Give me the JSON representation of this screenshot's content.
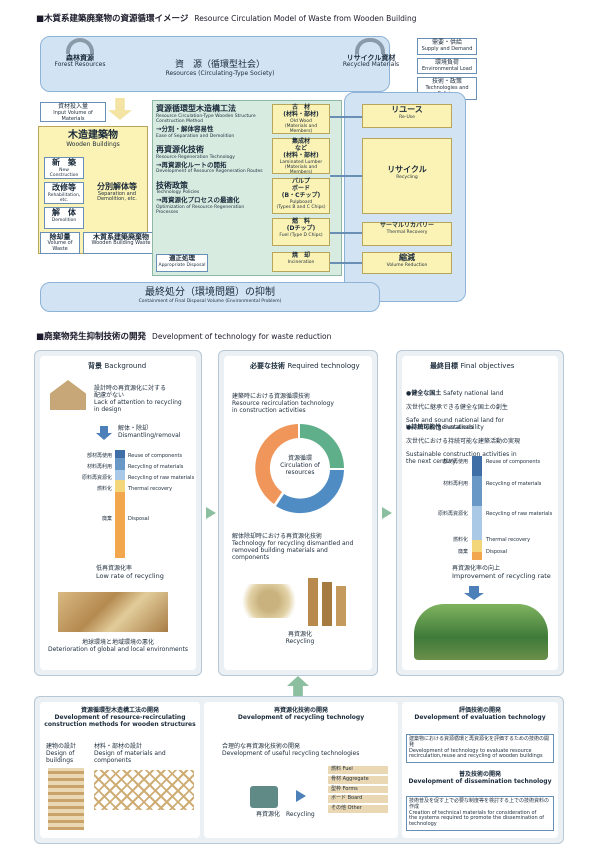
{
  "top": {
    "title_jp": "■木質系建築廃棄物の資源循環イメージ",
    "title_en": "Resource Circulation Model of Waste from Wooden Building",
    "forest_jp": "森林資源",
    "forest_en": "Forest Resources",
    "resource_jp": "資　源（循環型社会）",
    "resource_en": "Resources (Circulating-Type Society)",
    "recycled_jp": "リサイクル資材",
    "recycled_en": "Recycled Materials",
    "supply_jp": "需要・供給",
    "supply_en": "Supply and Demand",
    "env_jp": "環境負荷",
    "env_en": "Environmental Load",
    "tech_jp": "技術・政策",
    "tech_en": "Technologies and Policies",
    "input_jp": "資材投入量",
    "input_en": "Input Volume of Materials",
    "wooden_jp": "木造建築物",
    "wooden_en": "Wooden Buildings",
    "new_jp": "新　築",
    "new_en": "New Construction",
    "reno_jp": "改修等",
    "reno_en": "Rehabilitation, etc.",
    "demo_jp": "解　体",
    "demo_en": "Demolition",
    "sep_jp": "分別解体等",
    "sep_en": "Separation and Demolition, etc.",
    "waste_vol_jp": "除却量",
    "waste_vol_en": "Volume of Waste",
    "wbw_jp": "木質系建築廃棄物",
    "wbw_en": "Wooden Building Waste",
    "method_jp": "資源循環型木造構工法",
    "method_en": "Resource Circulation-Type Wooden Structure Construction Method",
    "m1_jp": "→分別・解体容易性",
    "m1_en": "Ease of Separation and Demolition",
    "regen_jp": "再資源化技術",
    "regen_en": "Resource Regeneration Technology",
    "r1_jp": "→再資源化ルートの開拓",
    "r1_en": "Development of Resource Regeneration Routes",
    "policy_jp": "技術政策",
    "policy_en": "Technology Policies",
    "p1_jp": "→再資源化プロセスの最適化",
    "p1_en": "Optimization of Resource Regeneration Processes",
    "disposal_jp": "適正処理",
    "disposal_en": "Appropriate Disposal",
    "oldwood_jp": "古　材\n(材料・部材)",
    "oldwood_en": "Old Wood\n(Materials and Members)",
    "laminated_jp": "集成材\nなど\n(材料・部材)",
    "laminated_en": "Laminated Lumber\n(Materials and Members)",
    "pulp_jp": "パルプ\nボード\n(B・Cチップ)",
    "pulp_en": "Pulpboard\n(Types B and C Chips)",
    "fuel_jp": "燃　料\n(Dチップ)",
    "fuel_en": "Fuel (Type D Chips)",
    "incin_jp": "焼　却",
    "incin_en": "Incineration",
    "reuse_jp": "リユース",
    "reuse_en": "Re-Use",
    "recycle_jp": "リサイクル",
    "recycle_en": "Recycling",
    "thermal_jp": "サーマルリカバリー",
    "thermal_en": "Thermal Recovery",
    "reduce_jp": "縮減",
    "reduce_en": "Volume Reduction",
    "final_jp": "最終処分（環境問題）の抑制",
    "final_en": "Containment of Final Disposal Volume (Environmental Problem)"
  },
  "bottom": {
    "title_jp": "■廃棄物発生抑制技術の開発",
    "title_en": "Development of technology for waste reduction",
    "bg_jp": "背景",
    "bg_en": "Background",
    "bg_item1_jp": "設計時の再資源化に対する\n配慮がない",
    "bg_item1_en": "Lack of attention to recycling\nin design",
    "bg_item2_jp": "解体・除却",
    "bg_item2_en": "Dismantling/removal",
    "bar_labels_left": [
      "部材再使用",
      "材料再利用",
      "原料再資源化",
      "燃料化",
      "廃棄"
    ],
    "bar_labels_right": [
      "Reuse of components",
      "Recycling of materials",
      "Recycling of raw materials",
      "Thermal recovery",
      "Disposal"
    ],
    "low_jp": "低再資源化率",
    "low_en": "Low rate of recycling",
    "deter_jp": "地球環境と地域環境の悪化",
    "deter_en": "Deterioration of global and local environments",
    "req_jp": "必要な技術",
    "req_en": "Required technology",
    "req1_jp": "建築時における資源循環技術",
    "req1_en": "Resource recirculation technology\nin construction activities",
    "circ_jp": "資源循環",
    "circ_en": "Circulation of\nresources",
    "req2_jp": "解体除却時における再資源化技術",
    "req2_en": "Technology for recycling dismantled and\nremoved building materials and\ncomponents",
    "recyc_jp": "再資源化",
    "recyc_en": "Recycling",
    "obj_jp": "最終目標",
    "obj_en": "Final objectives",
    "obj1_jp": "●健全な国土",
    "obj1_en": "Safety national land",
    "obj1_desc_jp": "次世代に継承できる健全な国土の創生",
    "obj1_desc_en": "Safe and sound national land for\nthe future generations",
    "obj2_jp": "●持続可能性",
    "obj2_en": "Sustainability",
    "obj2_desc_jp": "次世代における持続可能な建築活動の実現",
    "obj2_desc_en": "Sustainable construction activities in\nthe next century",
    "obj_bar_left": [
      "部材再使用",
      "材料再利用",
      "原料再資源化",
      "燃料化",
      "廃棄"
    ],
    "obj_bar_right": [
      "Reuse of components",
      "Recycling of materials",
      "Recycling of raw materials",
      "Thermal recovery",
      "Disposal"
    ],
    "improve_jp": "再資源化率の向上",
    "improve_en": "Improvement of recycling rate",
    "dev1_jp": "資源循環型木造構工法の開発",
    "dev1_en": "Development of resource-recirculating\nconstruction methods for wooden structures",
    "dev1_a_jp": "建物の設計",
    "dev1_a_en": "Design of buildings",
    "dev1_b_jp": "材料・部材の設計",
    "dev1_b_en": "Design of materials and components",
    "dev2_jp": "再資源化技術の開発",
    "dev2_en": "Development of recycling technology",
    "dev2_a_jp": "合理的な再資源化技術の開発",
    "dev2_a_en": "Development of useful recycling technologies",
    "dev2_recyc_jp": "再資源化",
    "dev2_recyc_en": "Recycling",
    "out_labels": [
      "燃料 Fuel",
      "骨材 Aggregate",
      "型枠 Forms",
      "ボード Board",
      "その他 Other"
    ],
    "dev3_jp": "評価技術の開発",
    "dev3_en": "Development of evaluation technology",
    "dev3_desc_jp": "建築物における資源循環と再資源化を評価するための技術の開発",
    "dev3_desc_en": "Development of technology to evaluate resource\nrecirculation,reuse and recycling of wooden buildings",
    "dev4_jp": "普及技術の開発",
    "dev4_en": "Development of dissemination technology",
    "dev4_desc_jp": "技術普及を促す上で必要な制度等を検討する上での技術資料の作成",
    "dev4_desc_en": "Creation of technical materials for consideration of\nthe systems required to promote the dissemination of technology"
  },
  "colors": {
    "yellow": "#fbf3b5",
    "green": "#d8ebe1",
    "blue": "#d2e4f4",
    "arrow": "#8cbf9f"
  }
}
